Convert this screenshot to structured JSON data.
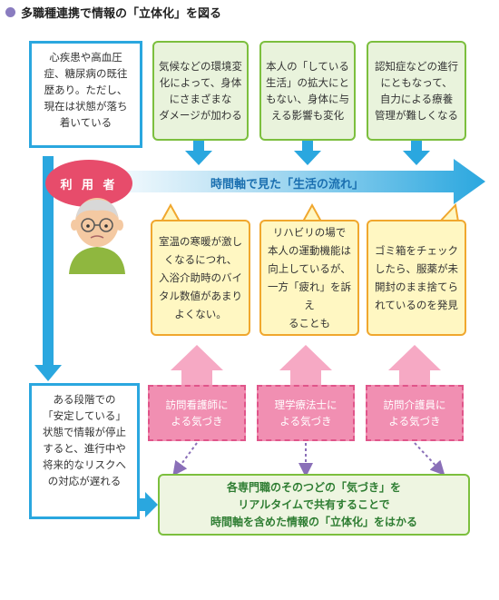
{
  "title": "多職種連携で情報の「立体化」を図る",
  "patient_note": "心疾患や高血圧\n症、糖尿病の既往\n歴あり。ただし、\n現在は状態が落ち\n着いている",
  "user_label": "利 用 者",
  "timeline_label": "時間軸で見た「生活の流れ」",
  "top_boxes": [
    "気候などの環境変\n化によって、身体\nにさまざまな\nダメージが加わる",
    "本人の「している\n生活」の拡大にと\nもない、身体に与\nえる影響も変化",
    "認知症などの進行\nにともなって、\n自力による療養\n管理が難しくなる"
  ],
  "observations": [
    "室温の寒暖が激し\nくなるにつれ、\n入浴介助時のバイ\nタル数値があまり\nよくない。",
    "リハビリの場で\n本人の運動機能は\n向上しているが、\n一方「疲れ」を訴え\nることも",
    "ゴミ箱をチェック\nしたら、服薬が未\n開封のまま捨てら\nれているのを発見"
  ],
  "professionals": [
    "訪問看護師に\nよる気づき",
    "理学療法士に\nよる気づき",
    "訪問介護員に\nよる気づき"
  ],
  "warning_box": "ある段階での\n「安定している」\n状態で情報が停止\nすると、進行中や\n将来的なリスクへ\nの対応が遅れる",
  "conclusion": "各専門職のそのつどの「気づき」を\nリアルタイムで共有することで\n時間軸を含めた情報の「立体化」をはかる",
  "colors": {
    "timeline_blue": "#2aa7df",
    "user_red": "#e74c6b",
    "green_border": "#7cbf3e",
    "yellow_border": "#f0a72e",
    "pink": "#f18fb2",
    "pink_arrow": "#f6a9c4"
  }
}
